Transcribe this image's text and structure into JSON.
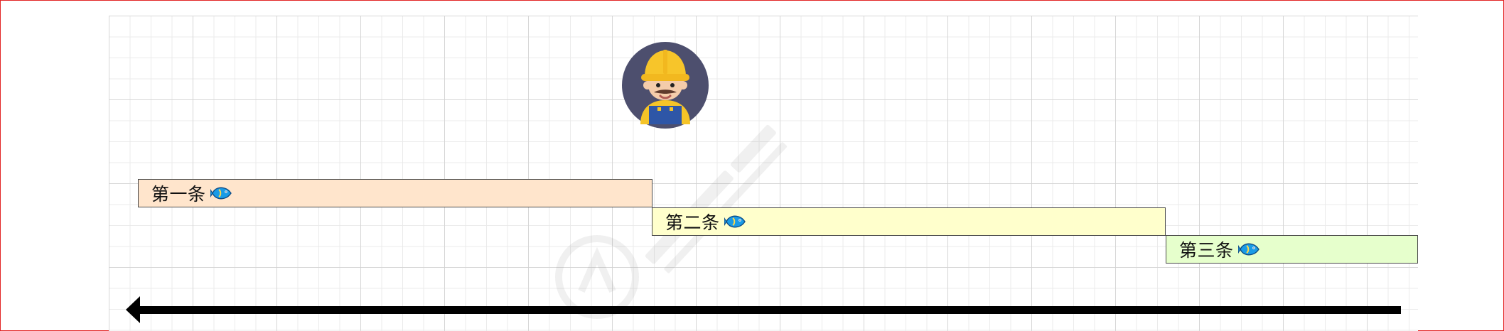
{
  "colors": {
    "frame": "#e22424",
    "grid_major": "#d2d2d2",
    "grid_minor": "#eaeaea",
    "step_1": "#ffe5cc",
    "step_2": "#ffffcc",
    "step_3": "#e6ffcc",
    "step_border": "#4a4a4a",
    "fish": "#1a9be6",
    "arrow": "#000000"
  },
  "avatar": {
    "icon": "worker-avatar-icon"
  },
  "steps": [
    {
      "label": "第一条",
      "icon": "fish-icon"
    },
    {
      "label": "第二条",
      "icon": "fish-icon"
    },
    {
      "label": "第三条",
      "icon": "fish-icon"
    }
  ],
  "arrow": {
    "direction": "left"
  }
}
